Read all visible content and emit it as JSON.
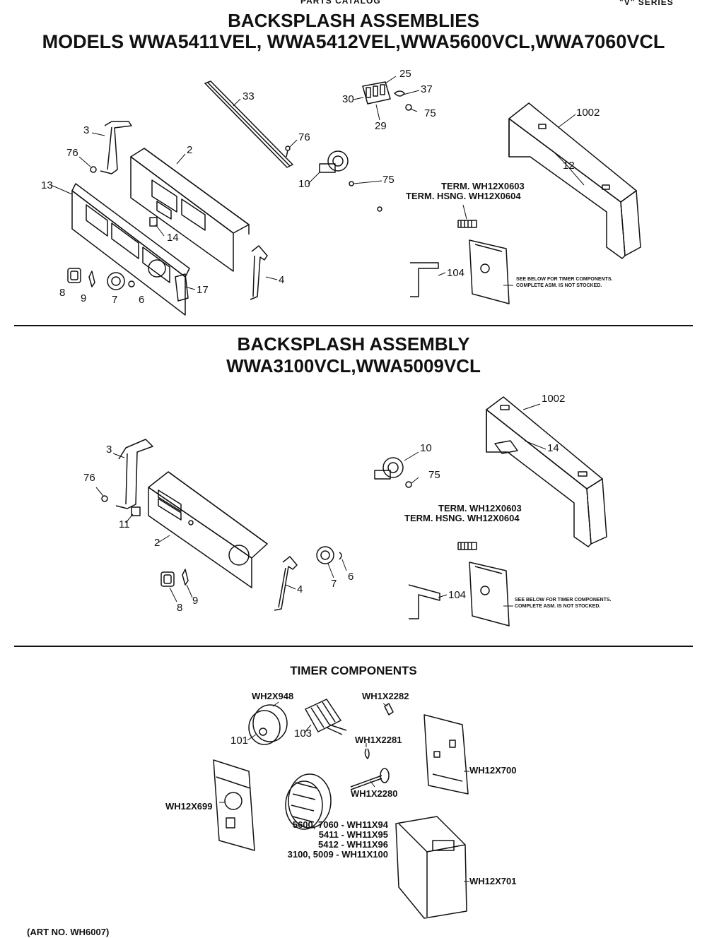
{
  "header": {
    "catalog": "PARTS CATALOG",
    "series": "\"V\" SERIES"
  },
  "section1": {
    "title": "BACKSPLASH ASSEMBLIES",
    "models": "MODELS WWA5411VEL, WWA5412VEL,WWA5600VCL,WWA7060VCL",
    "callouts": [
      "33",
      "25",
      "37",
      "30",
      "75",
      "29",
      "1002",
      "3",
      "76",
      "2",
      "76",
      "10",
      "75",
      "12",
      "13",
      "14",
      "4",
      "8",
      "9",
      "7",
      "6",
      "17",
      "104"
    ],
    "term": "TERM. WH12X0603",
    "term_hsng": "TERM. HSNG. WH12X0604",
    "note_line1": "SEE BELOW FOR TIMER COMPONENTS.",
    "note_line2": "COMPLETE ASM. IS NOT STOCKED."
  },
  "section2": {
    "title": "BACKSPLASH ASSEMBLY",
    "models": "WWA3100VCL,WWA5009VCL",
    "callouts": [
      "1002",
      "3",
      "10",
      "76",
      "75",
      "14",
      "11",
      "2",
      "7",
      "6",
      "4",
      "8",
      "9",
      "104"
    ],
    "term": "TERM. WH12X0603",
    "term_hsng": "TERM. HSNG. WH12X0604",
    "note_line1": "SEE BELOW FOR TIMER COMPONENTS.",
    "note_line2": "COMPLETE ASM. IS NOT STOCKED."
  },
  "section3": {
    "title": "TIMER COMPONENTS",
    "parts": {
      "motor": "WH2X948",
      "contact": "WH1X2282",
      "spring": "WH1X2281",
      "shaft": "WH1X2280",
      "rear_plate": "WH12X700",
      "front_plate": "WH12X699",
      "cover": "WH12X701",
      "c101": "101",
      "c103": "103"
    },
    "cam_list": [
      "5600, 7060 - WH11X94",
      "5411 - WH11X95",
      "5412 - WH11X96",
      "3100, 5009 - WH11X100"
    ]
  },
  "footer": {
    "art_no": "(ART NO. WH6007)"
  }
}
